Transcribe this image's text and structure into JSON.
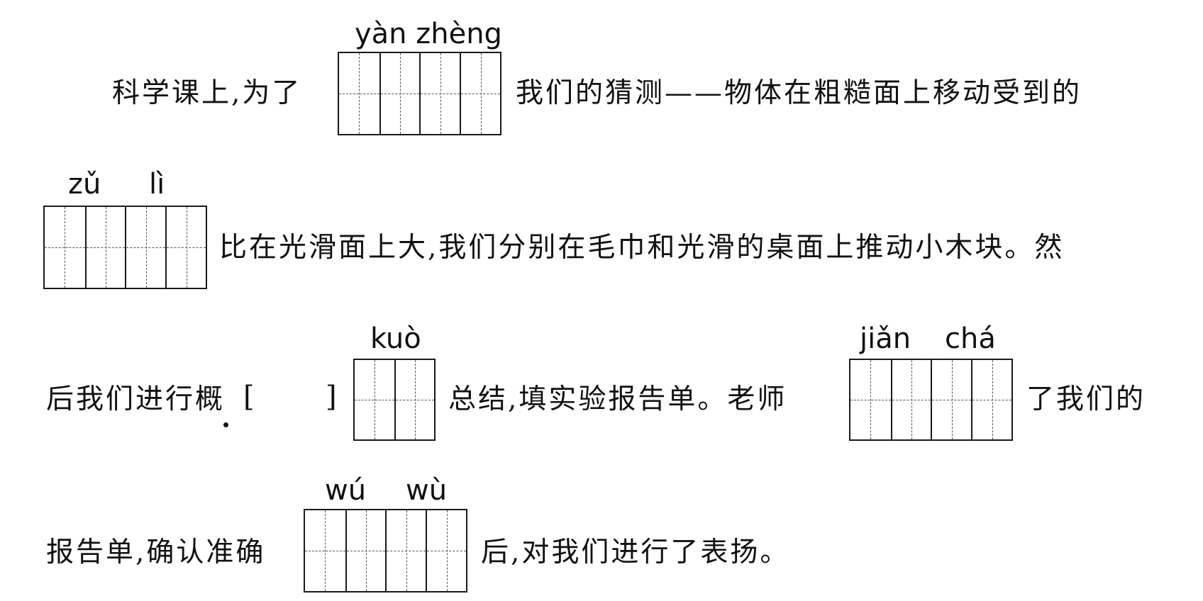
{
  "line1": {
    "before": "科学课上,为了",
    "pinyin": "yàn zhèng",
    "after": "我们的猜测——物体在粗糙面上移动受到的"
  },
  "line2": {
    "pinyin_1": "zǔ",
    "pinyin_2": "lì",
    "after": "比在光滑面上大,我们分别在毛巾和光滑的桌面上推动小木块。然"
  },
  "line3": {
    "before": "后我们进行概",
    "bracket_open": "[",
    "bracket_close": "]",
    "pinyin_kuo": "kuò",
    "middle": "总结,填实验报告单。老师",
    "pinyin_jiancha_1": "jiǎn",
    "pinyin_jiancha_2": "chá",
    "after": "了我们的"
  },
  "line4": {
    "before": "报告单,确认准确",
    "pinyin_1": "wú",
    "pinyin_2": "wù",
    "after": "后,对我们进行了表扬。"
  }
}
